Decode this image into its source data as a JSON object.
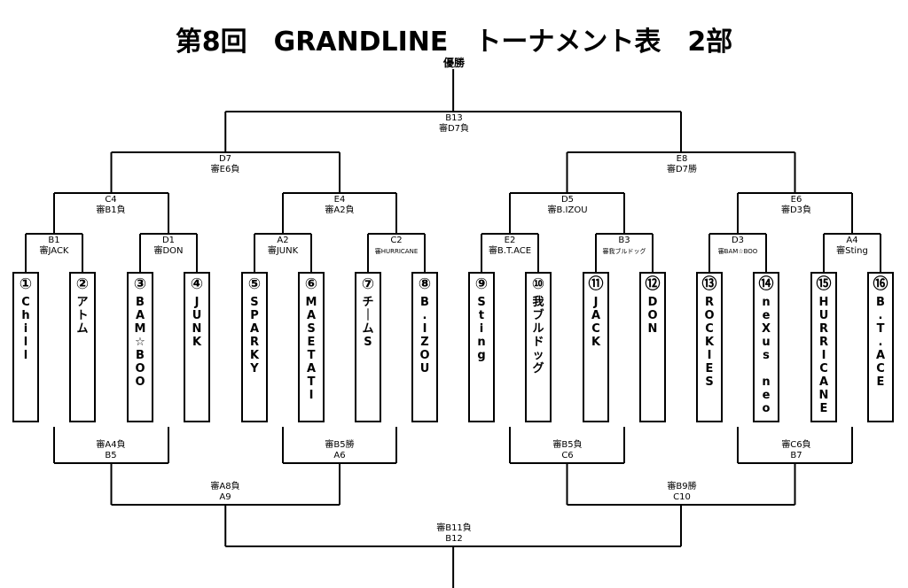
{
  "title": "第8回　GRANDLINE　トーナメント表　2部",
  "winner_label": "優勝",
  "top_matches": [
    {
      "id": "B13",
      "ref": "審D7負"
    },
    {
      "id": "D7",
      "ref": "審E6負"
    },
    {
      "id": "E8",
      "ref": "審D7勝"
    },
    {
      "id": "C4",
      "ref": "審B1負"
    },
    {
      "id": "E4",
      "ref": "審A2負"
    },
    {
      "id": "D5",
      "ref": "審B.IZOU"
    },
    {
      "id": "E6",
      "ref": "審D3負"
    },
    {
      "id": "B1",
      "ref": "審JACK"
    },
    {
      "id": "D1",
      "ref": "審DON"
    },
    {
      "id": "A2",
      "ref": "審JUNK"
    },
    {
      "id": "C2",
      "ref": "審HURRICANE"
    },
    {
      "id": "E2",
      "ref": "審B.T.ACE"
    },
    {
      "id": "B3",
      "ref": "審我ブルドッグ"
    },
    {
      "id": "D3",
      "ref": "審BAM☆BOO"
    },
    {
      "id": "A4",
      "ref": "審Sting"
    }
  ],
  "bottom_matches": [
    {
      "id": "B5",
      "ref": "審A4負"
    },
    {
      "id": "A6",
      "ref": "審B5勝"
    },
    {
      "id": "C6",
      "ref": "審B5負"
    },
    {
      "id": "B7",
      "ref": "審C6負"
    },
    {
      "id": "A9",
      "ref": "審A8負"
    },
    {
      "id": "C10",
      "ref": "審B9勝"
    },
    {
      "id": "B12",
      "ref": "審B11負"
    }
  ],
  "teams": [
    {
      "num": "①",
      "name": "Chill"
    },
    {
      "num": "②",
      "name": "アトム"
    },
    {
      "num": "③",
      "name": "BAM☆BOO"
    },
    {
      "num": "④",
      "name": "JUNK"
    },
    {
      "num": "⑤",
      "name": "SPARKY"
    },
    {
      "num": "⑥",
      "name": "MASETATI"
    },
    {
      "num": "⑦",
      "name": "チームS"
    },
    {
      "num": "⑧",
      "name": "B.IZOU"
    },
    {
      "num": "⑨",
      "name": "Sting"
    },
    {
      "num": "⑩",
      "name": "我ブルドッグ"
    },
    {
      "num": "⑪",
      "name": "JACK"
    },
    {
      "num": "⑫",
      "name": "DON"
    },
    {
      "num": "⑬",
      "name": "ROCKIES"
    },
    {
      "num": "⑭",
      "name": "neXus neo"
    },
    {
      "num": "⑮",
      "name": "HURRICANE"
    },
    {
      "num": "⑯",
      "name": "B.T.ACE"
    }
  ]
}
